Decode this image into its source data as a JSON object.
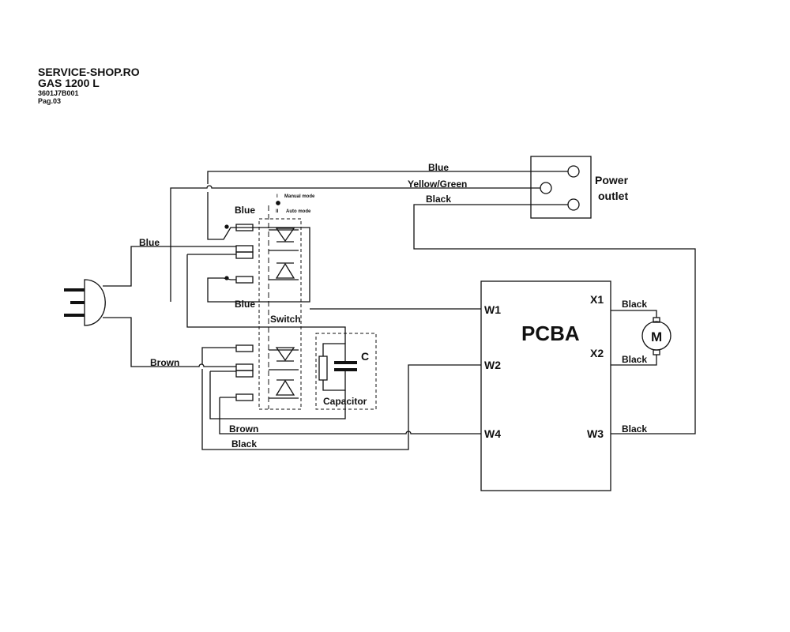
{
  "header": {
    "site": "SERVICE-SHOP.RO",
    "model": "GAS 1200 L",
    "code": "3601J7B001",
    "page": "Pag.03"
  },
  "power_outlet": {
    "label_1": "Power",
    "label_2": "outlet"
  },
  "pcba": {
    "title": "PCBA",
    "terminals": {
      "w1": "W1",
      "w2": "W2",
      "w4": "W4",
      "x1": "X1",
      "x2": "X2",
      "w3": "W3"
    }
  },
  "motor": {
    "label": "M"
  },
  "switch": {
    "label": "Switch",
    "mode_i": "I",
    "mode_ii": "II",
    "manual": "Manual mode",
    "auto": "Auto mode"
  },
  "capacitor": {
    "label": "Capacitor",
    "symbol": "C"
  },
  "wires": {
    "top_blue": "Blue",
    "yellow_green": "Yellow/Green",
    "black_outlet": "Black",
    "blue_switch_top": "Blue",
    "blue_plug": "Blue",
    "blue_w1": "Blue",
    "brown_plug": "Brown",
    "brown_w4": "Brown",
    "black_bottom": "Black",
    "black_x1": "Black",
    "black_x2": "Black",
    "black_w3": "Black"
  }
}
